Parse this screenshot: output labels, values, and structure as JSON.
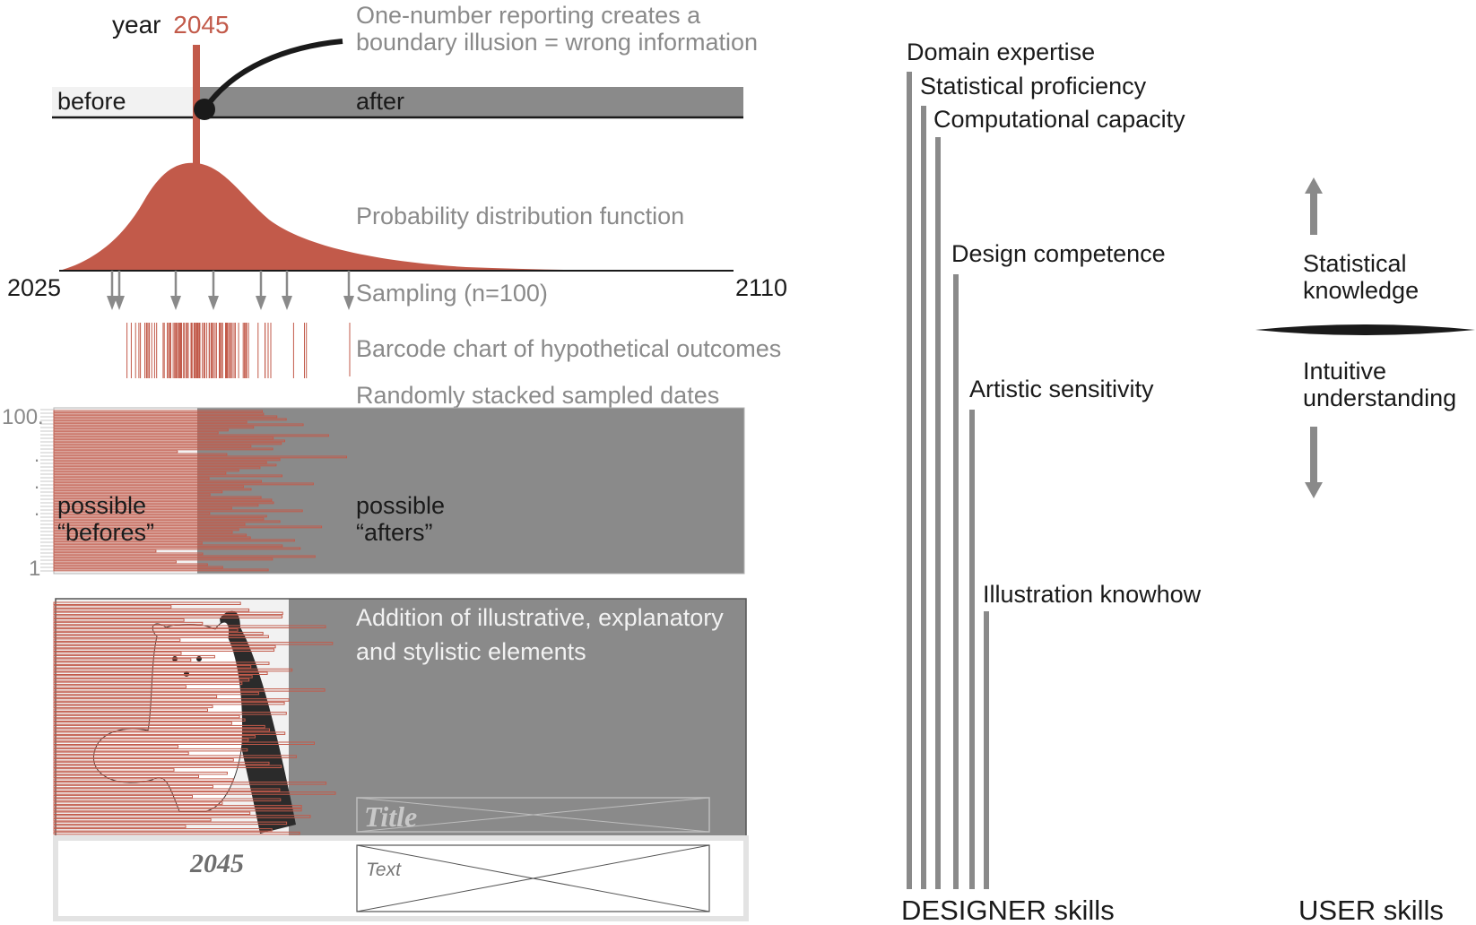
{
  "top": {
    "year_prefix": "year",
    "year_value": "2045",
    "callout_line1": "One-number reporting creates a",
    "callout_line2": "boundary illusion = wrong information",
    "before_label": "before",
    "after_label": "after"
  },
  "distribution": {
    "pdf_label": "Probability distribution function",
    "axis_start": "2025",
    "axis_end": "2110",
    "sampling_label": "Sampling (n=100)",
    "barcode_label": "Barcode chart of hypothetical outcomes",
    "stacked_label": "Randomly stacked sampled dates"
  },
  "stacked": {
    "y_top": "100.",
    "y_dots": [
      ".",
      ".",
      "."
    ],
    "y_bottom": "1",
    "befores_line1": "possible",
    "befores_line2": "“befores”",
    "afters_line1": "possible",
    "afters_line2": "“afters”"
  },
  "illustrated": {
    "caption_line1": "Addition of illustrative, explanatory",
    "caption_line2": "and stylistic elements",
    "title_placeholder": "Title",
    "year_label": "2045",
    "text_placeholder": "Text"
  },
  "designer_skills": {
    "heading": "DESIGNER skills",
    "items": [
      "Domain expertise",
      "Statistical proficiency",
      "Computational capacity",
      "Design competence",
      "Artistic sensitivity",
      "Illustration knowhow"
    ]
  },
  "user_skills": {
    "heading": "USER skills",
    "upper_line1": "Statistical",
    "upper_line2": "knowledge",
    "lower_line1": "Intuitive",
    "lower_line2": "understanding"
  },
  "colors": {
    "accent_red": "#c25a4a",
    "panel_gray": "#8a8a8a",
    "panel_light": "#f2f2f2",
    "text_gray": "#8a8a8a"
  }
}
